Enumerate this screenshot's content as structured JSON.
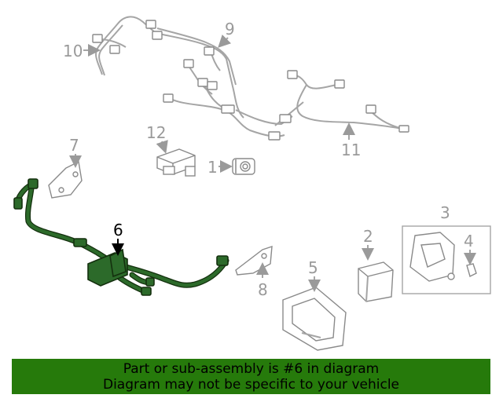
{
  "callouts": {
    "c1": "1",
    "c2": "2",
    "c3": "3",
    "c4": "4",
    "c5": "5",
    "c6": "6",
    "c7": "7",
    "c8": "8",
    "c9": "9",
    "c10": "10",
    "c11": "11",
    "c12": "12"
  },
  "highlighted_part": "6",
  "colors": {
    "highlight": "#2c6a2a",
    "banner": "#267a0b",
    "callout_text": "#9a9a9a",
    "lines": "#a5a5a5"
  },
  "banner": {
    "line1": "Part or sub-assembly is #6 in diagram",
    "line2": "Diagram may not be specific to your vehicle"
  }
}
